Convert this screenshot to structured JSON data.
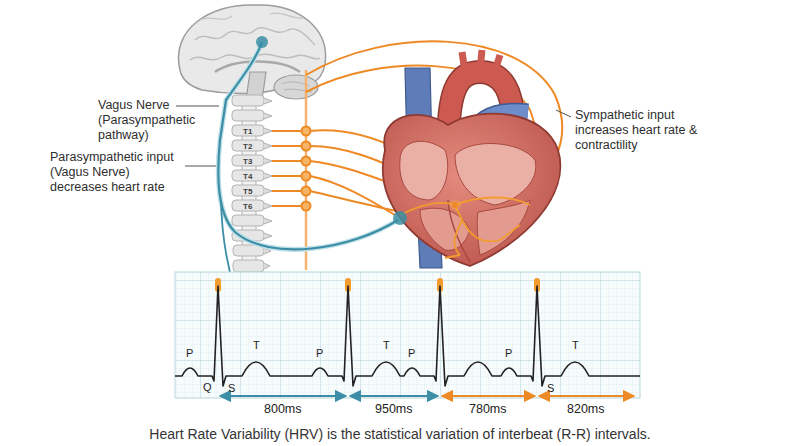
{
  "diagram": {
    "caption": "Heart Rate Variability (HRV) is the statistical variation of interbeat (R-R) intervals.",
    "labels": [
      "Vagus Nerve (Parasympathetic pathway)",
      "Parasympathetic input (Vagus Nerve) decreases heart rate",
      "Sympathetic input increases heart rate & contractility",
      "T1",
      "T2",
      "T3",
      "T4",
      "T5",
      "T6",
      "P",
      "Q",
      "S",
      "T",
      "P",
      "T",
      "P",
      "P",
      "S",
      "T",
      "800ms",
      "950ms",
      "780ms",
      "820ms"
    ]
  }
}
